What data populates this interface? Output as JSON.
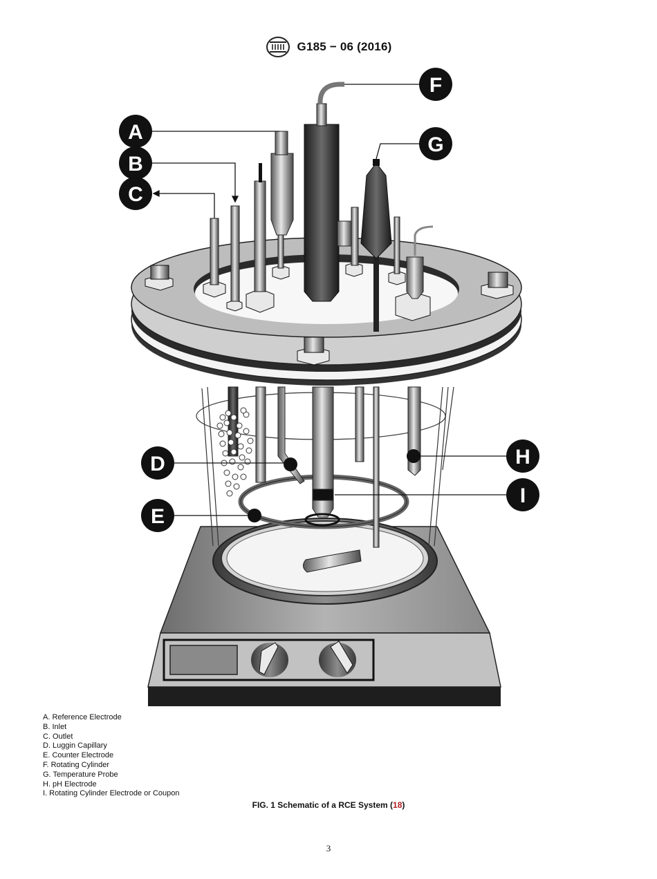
{
  "header": {
    "logo_icon": "astm-logo-icon",
    "designation": "G185 − 06 (2016)"
  },
  "figure": {
    "callouts": [
      {
        "letter": "A",
        "description": "Reference Electrode"
      },
      {
        "letter": "B",
        "description": "Inlet"
      },
      {
        "letter": "C",
        "description": "Outlet"
      },
      {
        "letter": "D",
        "description": "Luggin Capillary"
      },
      {
        "letter": "E",
        "description": "Counter Electrode"
      },
      {
        "letter": "F",
        "description": "Rotating Cylinder"
      },
      {
        "letter": "G",
        "description": "Temperature Probe"
      },
      {
        "letter": "H",
        "description": "pH Electrode"
      },
      {
        "letter": "I",
        "description": "Rotating Cylinder Electrode or Coupon"
      }
    ],
    "legend": [
      "A. Reference Electrode",
      "B. Inlet",
      "C. Outlet",
      "D. Luggin Capillary",
      "E. Counter Electrode",
      "F. Rotating Cylinder",
      "G. Temperature Probe",
      "H. pH Electrode",
      "I. Rotating Cylinder Electrode or Coupon"
    ],
    "caption_prefix": "FIG. 1 Schematic of a RCE System (",
    "caption_ref": "18",
    "caption_suffix": ")",
    "ref_color": "#b01e23"
  },
  "footer": {
    "page_number": "3"
  }
}
